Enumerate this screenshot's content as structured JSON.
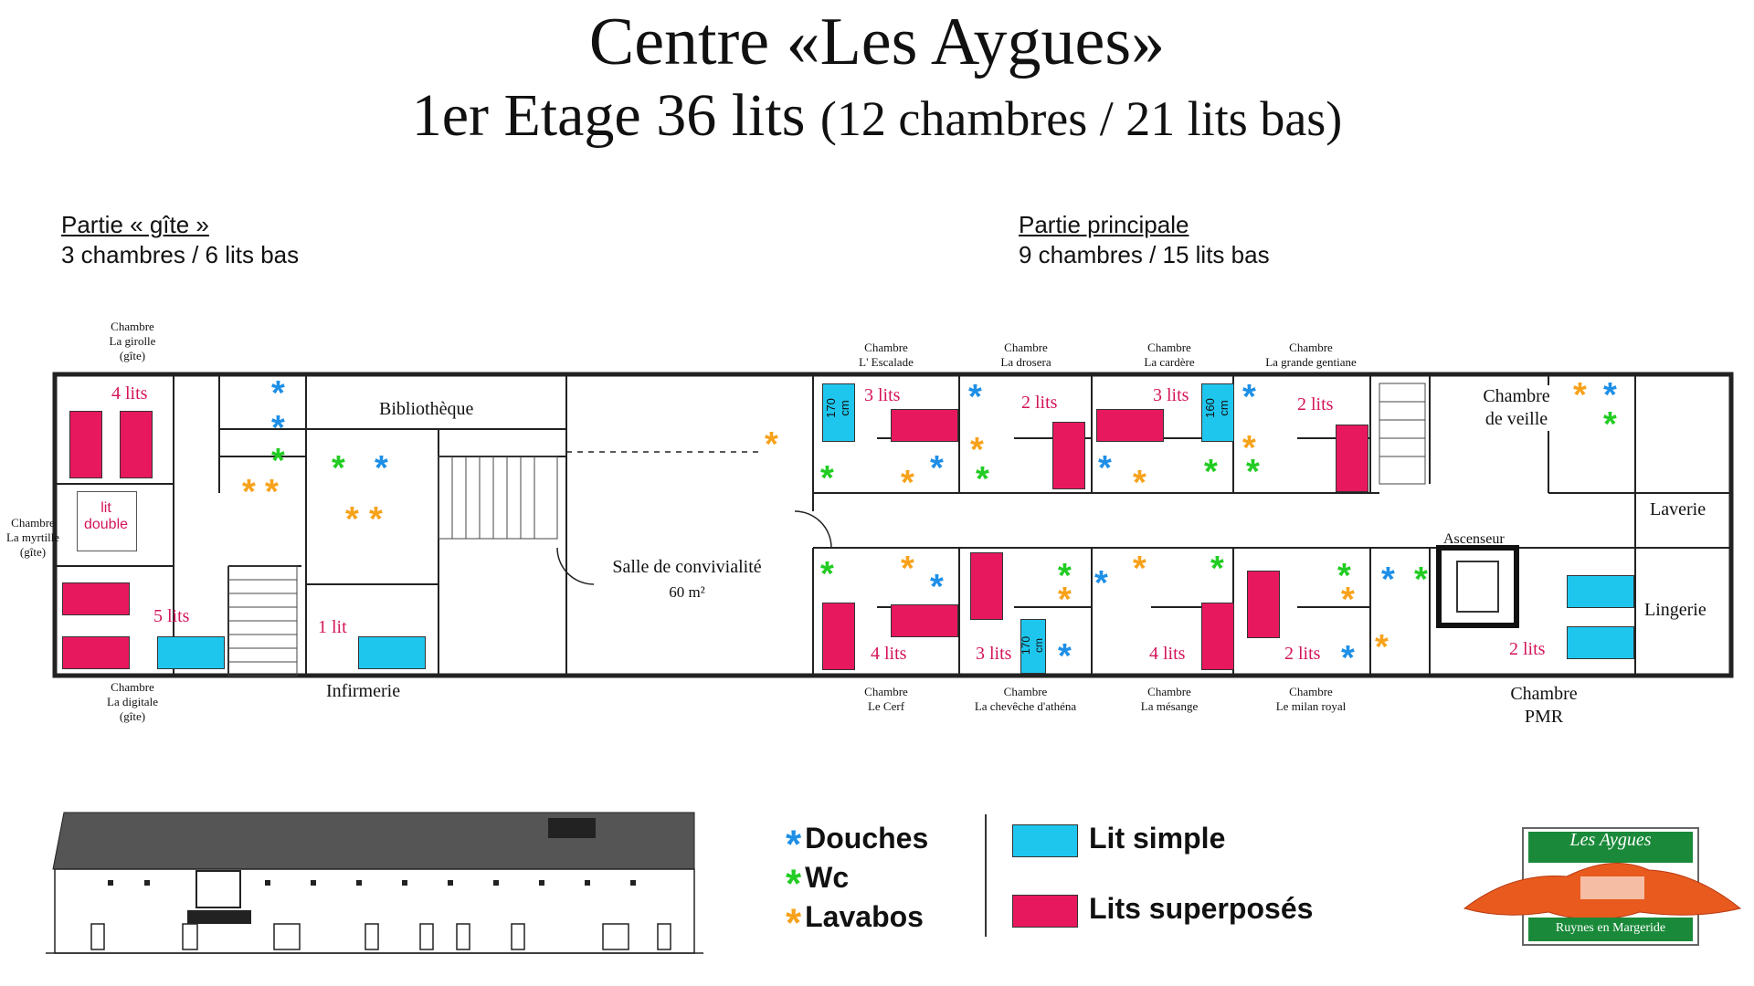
{
  "title": "Centre «Les Aygues»",
  "subtitle_main": "1er Etage 36 lits",
  "subtitle_detail": "(12 chambres / 21 lits bas)",
  "sections": {
    "gite": {
      "name": "Partie « gîte »",
      "detail": "3 chambres / 6 lits bas"
    },
    "principale": {
      "name": "Partie principale",
      "detail": "9 chambres / 15 lits bas"
    }
  },
  "rooms": {
    "girolle": {
      "line1": "Chambre",
      "line2": "La girolle",
      "line3": "(gîte)",
      "beds": "4 lits"
    },
    "myrtille": {
      "line1": "Chambre",
      "line2": "La myrtille",
      "line3": "(gîte)",
      "bed_label_1": "lit",
      "bed_label_2": "double"
    },
    "digitale": {
      "line1": "Chambre",
      "line2": "La digitale",
      "line3": "(gîte)",
      "beds": "5 lits"
    },
    "escalade": {
      "line1": "Chambre",
      "line2": "L' Escalade",
      "beds": "3 lits",
      "size": "170 cm"
    },
    "drosera": {
      "line1": "Chambre",
      "line2": "La drosera",
      "beds": "2 lits"
    },
    "cardere": {
      "line1": "Chambre",
      "line2": "La cardère",
      "beds": "3 lits",
      "size": "160 cm"
    },
    "gentiane": {
      "line1": "Chambre",
      "line2": "La grande gentiane",
      "beds": "2 lits"
    },
    "cerf": {
      "line1": "Chambre",
      "line2": "Le Cerf",
      "beds": "4 lits"
    },
    "cheveche": {
      "line1": "Chambre",
      "line2": "La chevêche d'athéna",
      "beds": "3 lits",
      "size": "170 cm"
    },
    "mesange": {
      "line1": "Chambre",
      "line2": "La mésange",
      "beds": "4 lits"
    },
    "milan": {
      "line1": "Chambre",
      "line2": "Le milan royal",
      "beds": "2 lits"
    },
    "pmr": {
      "line1": "Chambre",
      "line2": "PMR",
      "beds": "2 lits"
    },
    "veille": {
      "line1": "Chambre",
      "line2": "de veille"
    }
  },
  "spaces": {
    "bibliotheque": "Bibliothèque",
    "infirmerie": "Infirmerie",
    "infirmerie_beds": "1 lit",
    "salle": "Salle de convivialité",
    "salle_area": "60 m²",
    "ascenseur": "Ascenseur",
    "laverie": "Laverie",
    "lingerie": "Lingerie"
  },
  "legend": {
    "douches": "Douches",
    "wc": "Wc",
    "lavabos": "Lavabos",
    "lit_simple": "Lit simple",
    "lits_superposes": "Lits superposés"
  },
  "logo": {
    "name": "Les Aygues",
    "place": "Ruynes en Margeride"
  },
  "colors": {
    "douches": "#1e8fe6",
    "wc": "#22cc22",
    "lavabos": "#f7a21b",
    "lit_simple": "#1ec6ee",
    "lits_superposes": "#e8185f",
    "logo_green": "#1a8a3a",
    "logo_orange": "#e85a1e"
  },
  "icons": [
    "asterisk-icon",
    "bed-simple-icon",
    "bunk-bed-icon"
  ]
}
